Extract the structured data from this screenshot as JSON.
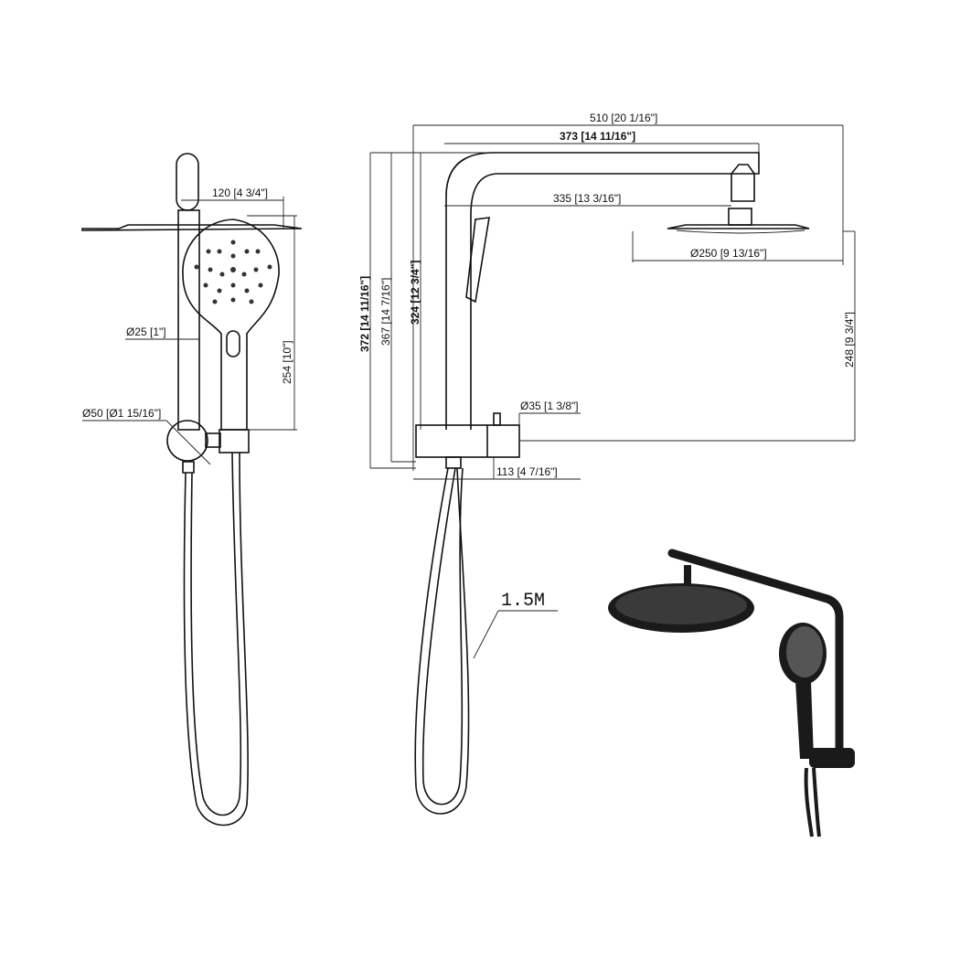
{
  "dimensions": {
    "width_total": "510 [20 1/16\"]",
    "arm_length": "373 [14 11/16\"]",
    "arm_reach": "335 [13 3/16\"]",
    "head_diameter": "Ø250 [9 13/16\"]",
    "height_overall": "372 [14 11/16\"]",
    "height_367": "367 [14 7/16\"]",
    "height_324": "324 [12 3/4\"]",
    "height_248": "248 [9 3/4\"]",
    "base_diameter": "Ø35 [1 3/8\"]",
    "base_depth": "113 [4 7/16\"]",
    "handshower_width": "120 [4 3/4\"]",
    "pipe_diameter": "Ø25 [1\"]",
    "valve_diameter": "Ø50 [Ø1 15/16\"]",
    "handshower_length": "254 [10\"]",
    "hose_length": "1.5M"
  },
  "colors": {
    "line": "#111111",
    "product": "#1a1a1a"
  }
}
